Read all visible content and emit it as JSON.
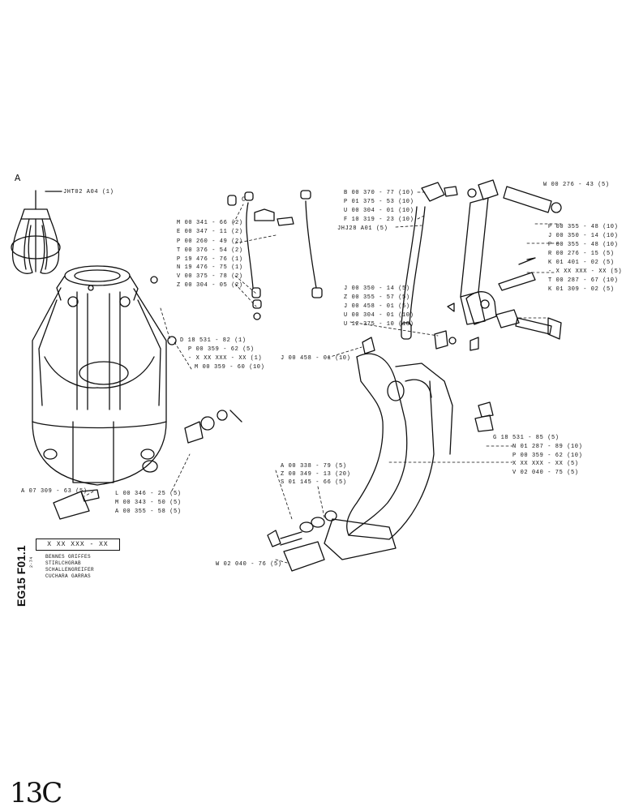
{
  "main_assembly_label": "A",
  "callouts": {
    "top_left": "JHT02  A04 (1)",
    "center": "JHJ28  A01 (5)"
  },
  "labels_left_top": [
    "M 00 341 - 66 (2)",
    "E 00 347 - 11 (2)",
    "P 00 260 - 49 (2)",
    "T 00 376 - 54 (2)",
    "P 19 476 - 76 (1)",
    "N 19 476 - 75 (1)",
    "V 00 375 - 78 (2)",
    "Z 00 304 - 05 (2)"
  ],
  "labels_mid_left": [
    "D 18 531 - 82 (1)",
    "P 00 359 - 62 (5)",
    "- X XX XXX - XX (1)",
    "M 00 359 - 60 (10)"
  ],
  "labels_top_center": [
    "B 00 370 - 77 (10)",
    "P 01 375 - 53 (10)",
    "U 00 304 - 01 (10)",
    "F 10 319 - 23 (10)"
  ],
  "labels_center": [
    "J 00 350 - 14 (5)",
    "Z 00 355 - 57 (5)",
    "J 00 458 - 01 (5)",
    "U 00 304 - 01 (10)",
    "U 12 375 - 10 (10)"
  ],
  "label_j_center": "J 00 458 - 01 (10)",
  "labels_right_top": [
    "W 00 276 - 43 (5)"
  ],
  "labels_right": [
    "P 00 355 - 48 (10)",
    "J 00 350 - 14 (10)",
    "P 00 355 - 48 (10)",
    "R 00 276 - 15 (5)",
    "K 01 401 - 02 (5)",
    "- X XX XXX - XX (5)",
    "T 00 287 - 67 (10)",
    "K 01 309 - 02 (5)"
  ],
  "labels_right_lower": [
    "G 18 531 - 85 (5)",
    "N 01 287 - 89 (10)",
    "P 00 359 - 62 (10)",
    "X XX XXX - XX (5)",
    "V 02 040 - 75 (5)"
  ],
  "labels_bottom_center": [
    "A 00 338 - 79 (5)",
    "Z 00 349 - 13 (20)",
    "S 01 145 - 66 (5)"
  ],
  "labels_bottom_left": [
    "L 00 346 - 25 (5)",
    "M 00 343 - 50 (5)",
    "A 00 355 - 58 (5)"
  ],
  "label_a07": "A 07 309 - 63 (5)",
  "label_w02": "W 02 040 - 76 (5)",
  "small_letter_c": "C",
  "side_block": {
    "code": "EG15  F01.1",
    "ref": "X XX XXX - XX",
    "titles": [
      "BENNES GRIFFES",
      "STIRLCHGRAB",
      "SCHALLENGREIFER",
      "CUCHARA GARRAS"
    ],
    "small_mark": "2-74"
  },
  "page_number": "13C"
}
